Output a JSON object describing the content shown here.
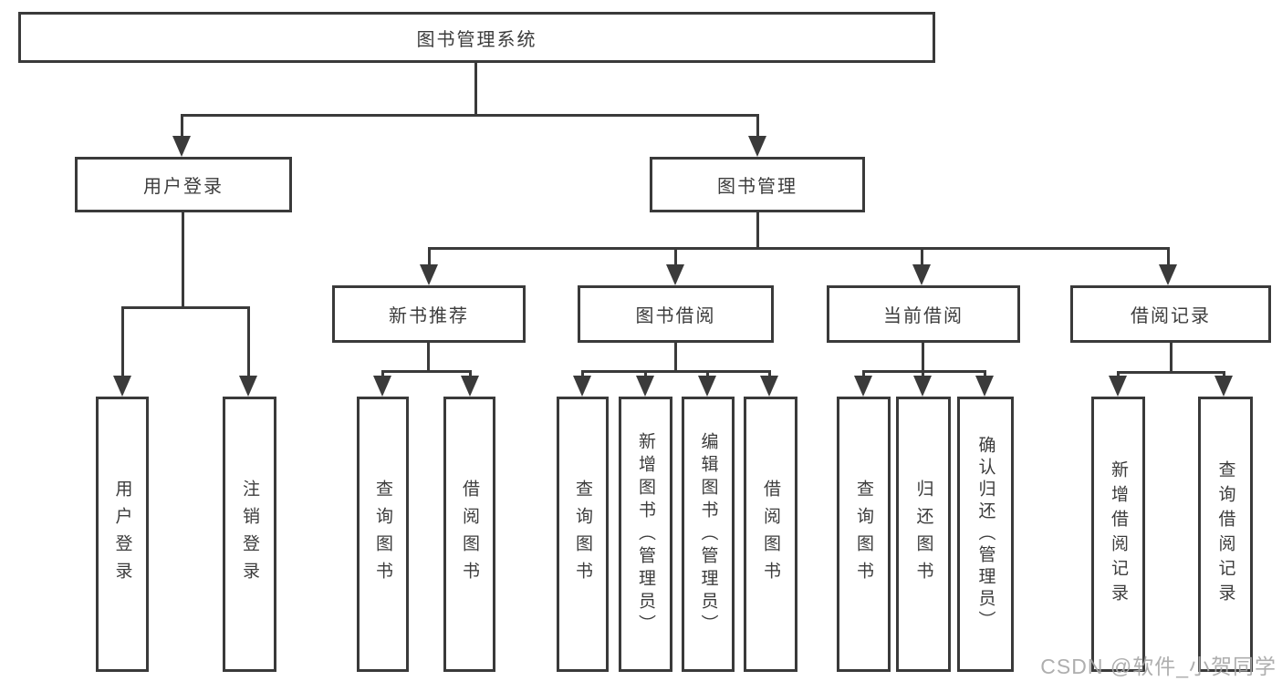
{
  "diagram": {
    "root": {
      "label": "图书管理系统"
    },
    "level2": {
      "user_login": {
        "label": "用户登录"
      },
      "book_management": {
        "label": "图书管理"
      }
    },
    "level3": {
      "new_book_recommend": {
        "label": "新书推荐"
      },
      "book_borrow": {
        "label": "图书借阅"
      },
      "current_borrow": {
        "label": "当前借阅"
      },
      "borrow_records": {
        "label": "借阅记录"
      }
    },
    "leaves": {
      "user_login_leaf": {
        "label": "用户登录"
      },
      "logout_leaf": {
        "label": "注销登录"
      },
      "nbr_query_books": {
        "label": "查询图书"
      },
      "nbr_borrow_books": {
        "label": "借阅图书"
      },
      "bb_query_books": {
        "label": "查询图书"
      },
      "bb_add_books_admin": {
        "label": "新增图书（管理员）"
      },
      "bb_edit_books_admin": {
        "label": "编辑图书（管理员）"
      },
      "bb_borrow_books": {
        "label": "借阅图书"
      },
      "cb_query_books": {
        "label": "查询图书"
      },
      "cb_return_books": {
        "label": "归还图书"
      },
      "cb_confirm_return_admin": {
        "label": "确认归还（管理员）"
      },
      "br_add_record": {
        "label": "新增借阅记录"
      },
      "br_query_record": {
        "label": "查询借阅记录"
      }
    }
  },
  "watermark": {
    "text": "CSDN @软件_小贺同学"
  },
  "colors": {
    "line": "#3a3a3a",
    "background": "#ffffff",
    "watermark": "#a6a6a6"
  }
}
